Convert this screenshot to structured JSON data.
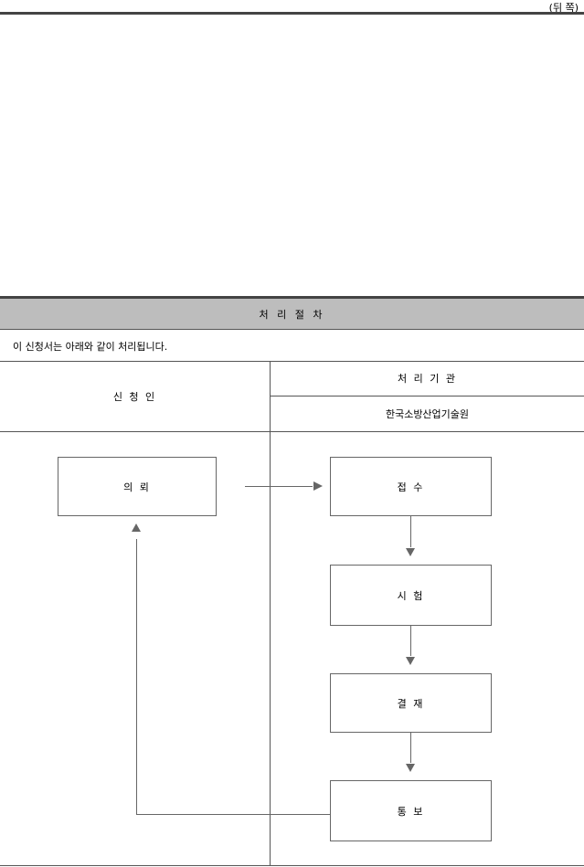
{
  "page": {
    "side_label": "(뒤 쪽)"
  },
  "section": {
    "title": "처 리 절 차",
    "intro": "이 신청서는 아래와 같이 처리됩니다."
  },
  "table": {
    "applicant_header": "신 청 인",
    "agency_header": "처 리 기 관",
    "agency_name": "한국소방산업기술원"
  },
  "flow": {
    "request": "의    뢰",
    "receipt": "접    수",
    "test": "시    험",
    "approval": "결    재",
    "notice": "통    보"
  }
}
